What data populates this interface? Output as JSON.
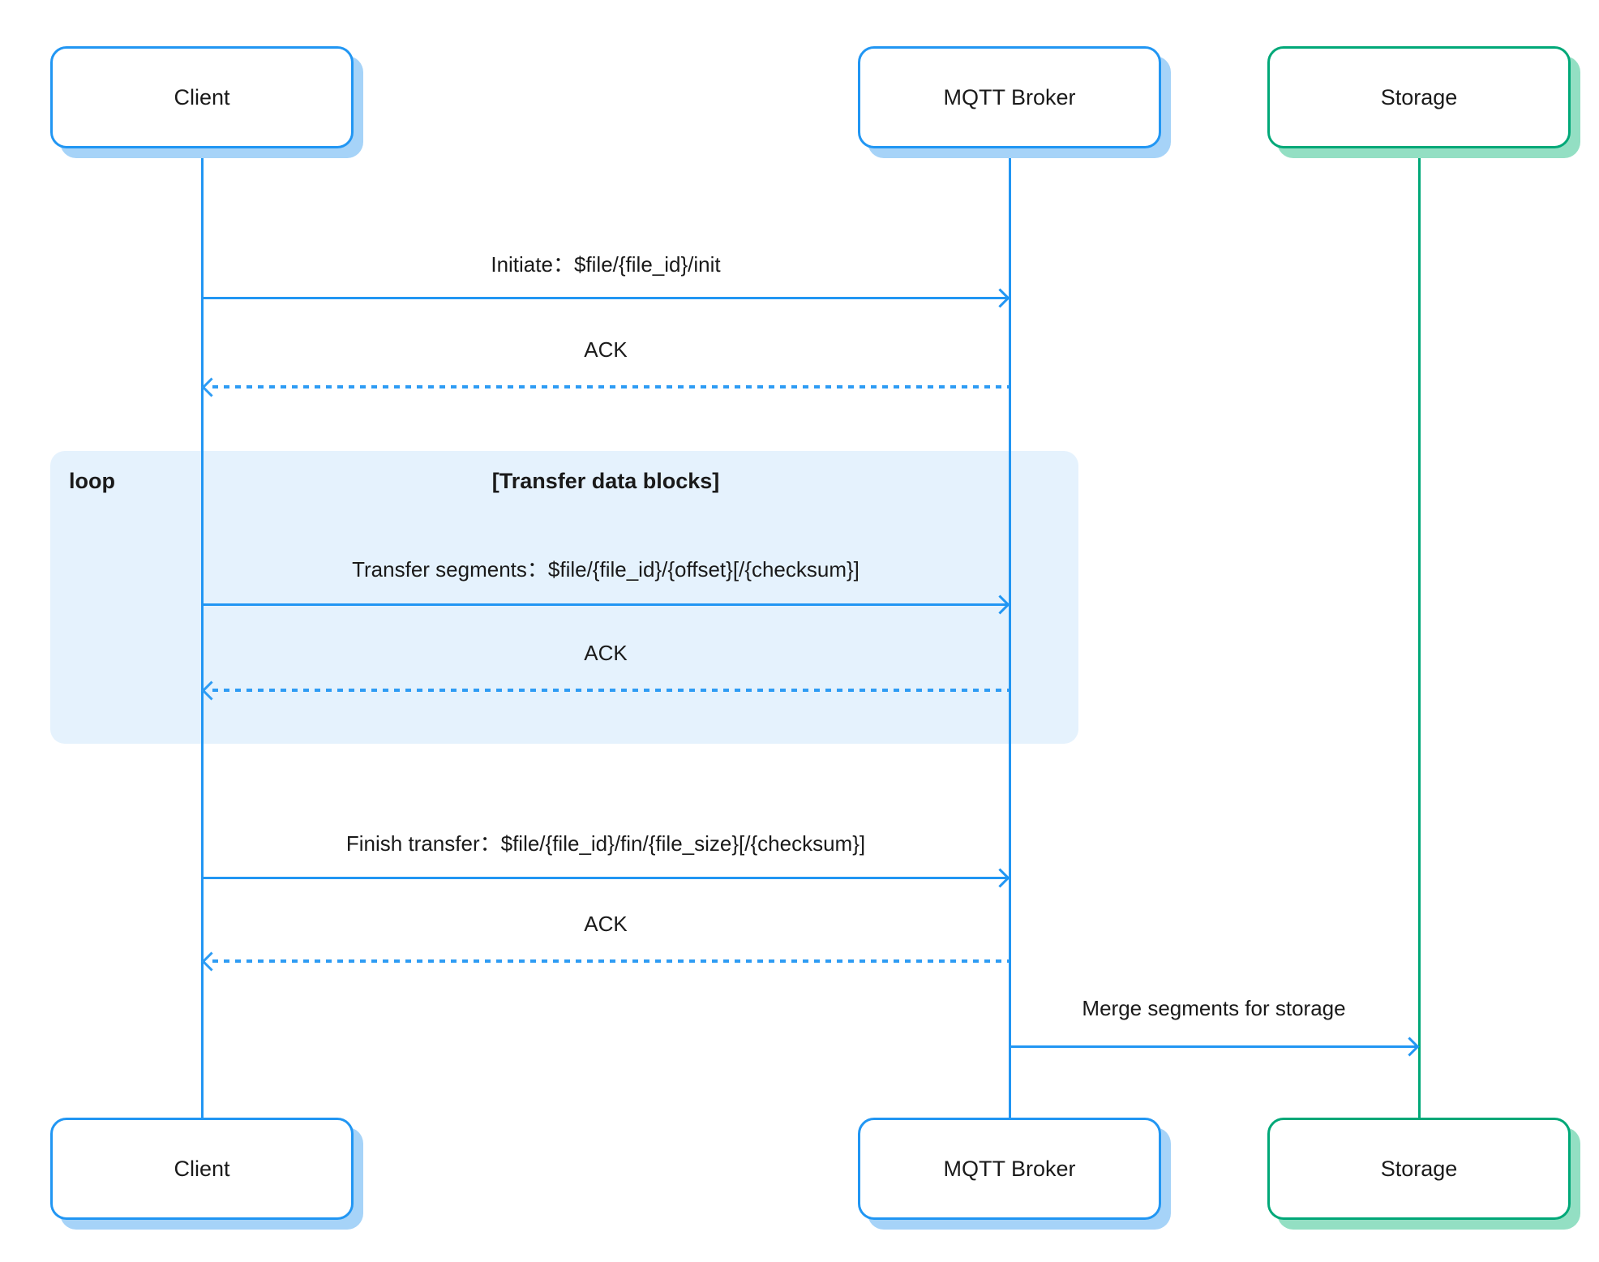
{
  "diagram": {
    "type": "sequence-diagram",
    "participants": [
      {
        "id": "client",
        "label": "Client",
        "accent_color": "#2196f3",
        "shadow_color": "#a6d3f8"
      },
      {
        "id": "mqtt-broker",
        "label": "MQTT Broker",
        "accent_color": "#2196f3",
        "shadow_color": "#a6d3f8"
      },
      {
        "id": "storage",
        "label": "Storage",
        "accent_color": "#00a878",
        "shadow_color": "#93dfc3"
      }
    ],
    "loop": {
      "keyword": "loop",
      "condition": "[Transfer data blocks]",
      "fill_color": "#e5f2fd"
    },
    "messages": [
      {
        "from": "client",
        "to": "mqtt-broker",
        "style": "solid",
        "label": "Initiate：$file/{file_id}/init"
      },
      {
        "from": "mqtt-broker",
        "to": "client",
        "style": "dotted",
        "label": "ACK"
      },
      {
        "from": "client",
        "to": "mqtt-broker",
        "style": "solid",
        "label": "Transfer segments：$file/{file_id}/{offset}[/{checksum}]",
        "in_loop": true
      },
      {
        "from": "mqtt-broker",
        "to": "client",
        "style": "dotted",
        "label": "ACK",
        "in_loop": true
      },
      {
        "from": "client",
        "to": "mqtt-broker",
        "style": "solid",
        "label": "Finish transfer：$file/{file_id}/fin/{file_size}[/{checksum}]"
      },
      {
        "from": "mqtt-broker",
        "to": "client",
        "style": "dotted",
        "label": "ACK"
      },
      {
        "from": "mqtt-broker",
        "to": "storage",
        "style": "solid",
        "label": "Merge segments for storage"
      }
    ]
  }
}
